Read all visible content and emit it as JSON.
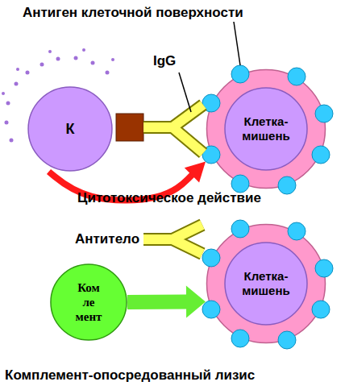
{
  "diagram": {
    "nodes": [
      {
        "text": [
          "К"
        ]
      },
      {
        "text": [
          "Клетка- мишень"
        ]
      },
      {
        "text": [
          "Ком ле мент"
        ]
      },
      {
        "text": [
          "Клетка- мишень"
        ]
      }
    ],
    "edges": [
      {
        "from": 0,
        "to": 1,
        "arrow": "to"
      },
      {
        "from": 2,
        "to": 3,
        "arrow": "to"
      }
    ],
    "labels": [
      "Антиген клеточной поверхности",
      "IgG",
      "Цитотоксическое действие",
      "Антитело",
      "Комплемент-опосредованный лизис"
    ]
  }
}
